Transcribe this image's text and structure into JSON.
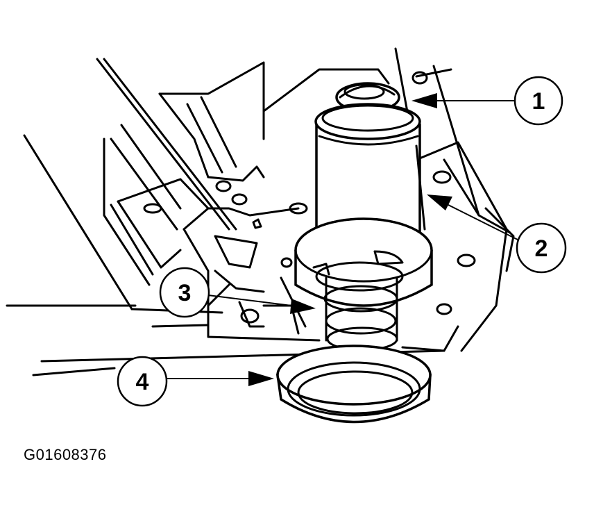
{
  "callouts": [
    {
      "id": "1",
      "label": "1"
    },
    {
      "id": "2",
      "label": "2"
    },
    {
      "id": "3",
      "label": "3"
    },
    {
      "id": "4",
      "label": "4"
    }
  ],
  "figure_id": "G01608376",
  "colors": {
    "ink": "#000000",
    "paper": "#ffffff"
  }
}
